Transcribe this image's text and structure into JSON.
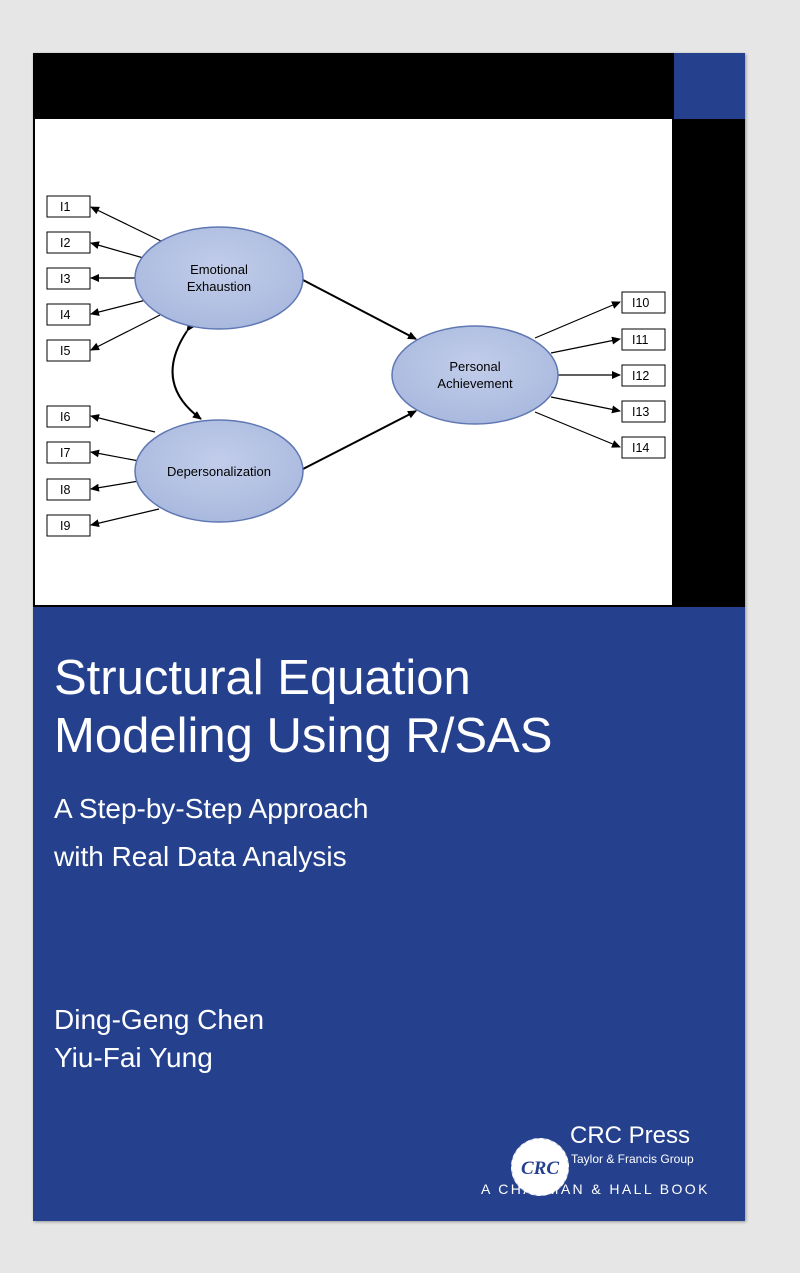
{
  "book": {
    "title_line1": "Structural Equation",
    "title_line2": "Modeling Using R/SAS",
    "subtitle_line1": "A Step-by-Step Approach",
    "subtitle_line2": "with Real Data Analysis",
    "authors": [
      "Ding-Geng Chen",
      "Yiu-Fai Yung"
    ]
  },
  "publisher": {
    "logo_text": "CRC",
    "name": "CRC Press",
    "group": "Taylor & Francis Group",
    "imprint": "A CHAPMAN & HALL BOOK"
  },
  "diagram": {
    "latent": {
      "emotional": [
        "Emotional",
        "Exhaustion"
      ],
      "depersonalization": [
        "Depersonalization"
      ],
      "achievement": [
        "Personal",
        "Achievement"
      ]
    },
    "indicators_left": [
      "I1",
      "I2",
      "I3",
      "I4",
      "I5",
      "I6",
      "I7",
      "I8",
      "I9"
    ],
    "indicators_right": [
      "I10",
      "I11",
      "I12",
      "I13",
      "I14"
    ]
  },
  "colors": {
    "cover_blue": "#25418e",
    "ellipse_fill": "#a7b7dd",
    "ellipse_stroke": "#5f77b3"
  }
}
